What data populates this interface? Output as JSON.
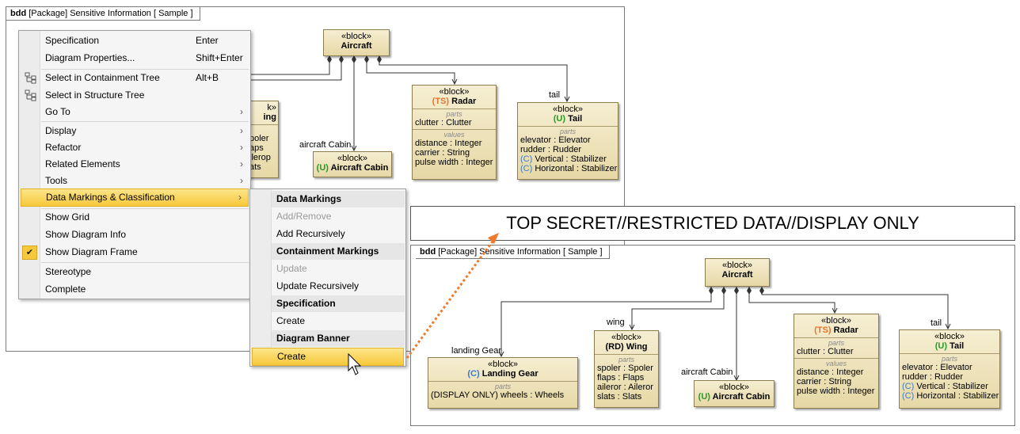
{
  "left_diagram": {
    "tab_kind": "bdd",
    "tab_text": "[Package] Sensitive Information [ Sample ]",
    "aircraft": {
      "stereotype": "«block»",
      "name": "Aircraft"
    },
    "radar": {
      "stereotype": "«block»",
      "prefix": "(TS)",
      "name": "Radar",
      "parts_cap": "parts",
      "parts": [
        "clutter : Clutter"
      ],
      "values_cap": "values",
      "values": [
        "distance : Integer",
        "carrier : String",
        "pulse width : Integer"
      ]
    },
    "tail": {
      "role": "tail",
      "stereotype": "«block»",
      "prefix": "(U)",
      "name": "Tail",
      "parts_cap": "parts",
      "parts": [
        "elevator : Elevator",
        "rudder : Rudder"
      ],
      "c_parts": [
        {
          "p": "(C)",
          "t": "Vertical : Stabilizer"
        },
        {
          "p": "(C)",
          "t": "Horizontal : Stabilizer"
        }
      ]
    },
    "cabin": {
      "role": "aircraft Cabin",
      "stereotype": "«block»",
      "prefix": "(U)",
      "name": "Aircraft Cabin"
    },
    "wing_partial": {
      "name": "ing",
      "frag": "k»",
      "rows": [
        "poler",
        "aps",
        "ilerор",
        "ats"
      ]
    }
  },
  "context_menu": {
    "items": [
      {
        "label": "Specification",
        "shortcut": "Enter"
      },
      {
        "label": "Diagram Properties...",
        "shortcut": "Shift+Enter"
      },
      {
        "label": "Select in Containment Tree",
        "shortcut": "Alt+B",
        "icon": "containment-tree-icon"
      },
      {
        "label": "Select in Structure Tree",
        "icon": "structure-tree-icon"
      },
      {
        "label": "Go To",
        "arrow": "›"
      },
      {
        "label": "Display",
        "arrow": "›"
      },
      {
        "label": "Refactor",
        "arrow": "›"
      },
      {
        "label": "Related Elements",
        "arrow": "›"
      },
      {
        "label": "Tools",
        "arrow": "›"
      },
      {
        "label": "Data Markings & Classification",
        "arrow": "›"
      },
      {
        "label": "Show Grid"
      },
      {
        "label": "Show Diagram Info"
      },
      {
        "label": "Show Diagram Frame",
        "check": "✔"
      },
      {
        "label": "Stereotype"
      },
      {
        "label": "Complete"
      }
    ]
  },
  "submenu": {
    "h1": "Data Markings",
    "add_remove": "Add/Remove",
    "add_rec": "Add Recursively",
    "h2": "Containment Markings",
    "update": "Update",
    "update_rec": "Update Recursively",
    "h3": "Specification",
    "create1": "Create",
    "h4": "Diagram Banner",
    "create2": "Create"
  },
  "banner": {
    "text": "TOP SECRET//RESTRICTED DATA//DISPLAY ONLY"
  },
  "right_diagram": {
    "tab_kind": "bdd",
    "tab_text": "[Package] Sensitive Information [ Sample ]",
    "aircraft": {
      "stereotype": "«block»",
      "name": "Aircraft"
    },
    "landing": {
      "role": "landing Gear",
      "stereotype": "«block»",
      "prefix": "(C)",
      "name": "Landing Gear",
      "parts_cap": "parts",
      "parts": [
        "(DISPLAY ONLY) wheels : Wheels"
      ]
    },
    "wing": {
      "role": "wing",
      "stereotype": "«block»",
      "name": "(RD) Wing",
      "parts_cap": "parts",
      "parts": [
        "spoler : Spoler",
        "flaps : Flaps",
        "aileror : Aileror",
        "slats : Slats"
      ]
    },
    "cabin": {
      "role": "aircraft Cabin",
      "stereotype": "«block»",
      "prefix": "(U)",
      "name": "Aircraft Cabin"
    },
    "radar": {
      "stereotype": "«block»",
      "prefix": "(TS)",
      "name": "Radar",
      "parts_cap": "parts",
      "parts": [
        "clutter : Clutter"
      ],
      "values_cap": "values",
      "values": [
        "distance : Integer",
        "carrier : String",
        "pulse width : Integer"
      ]
    },
    "tail": {
      "role": "tail",
      "stereotype": "«block»",
      "prefix": "(U)",
      "name": "Tail",
      "parts_cap": "parts",
      "parts": [
        "elevator : Elevator",
        "rudder : Rudder"
      ],
      "c_parts": [
        {
          "p": "(C)",
          "t": "Vertical : Stabilizer"
        },
        {
          "p": "(C)",
          "t": "Horizontal : Stabilizer"
        }
      ]
    }
  }
}
